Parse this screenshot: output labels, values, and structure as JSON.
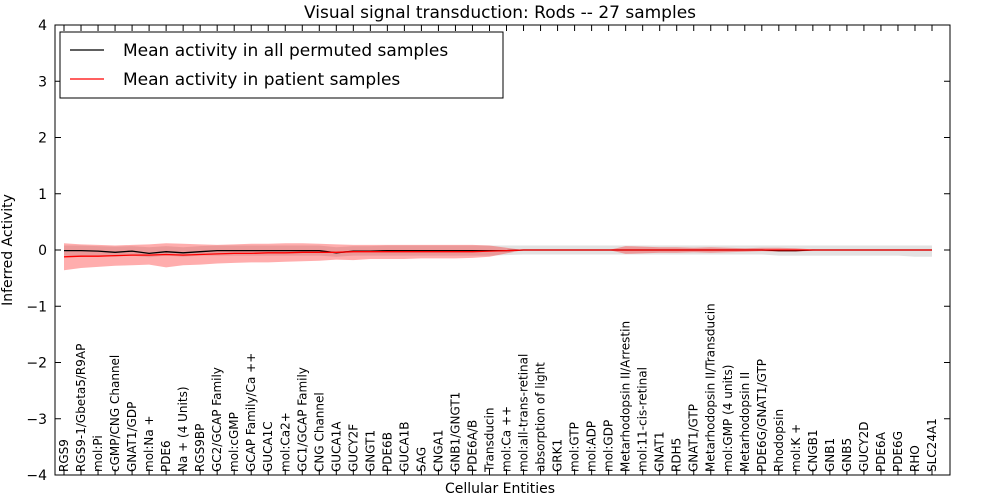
{
  "chart_data": {
    "type": "line",
    "title": "Visual signal transduction: Rods -- 27 samples",
    "xlabel": "Cellular Entities",
    "ylabel": "Inferred Activity",
    "ylim": [
      -4,
      4
    ],
    "yticks": [
      -4,
      -3,
      -2,
      -1,
      0,
      1,
      2,
      3,
      4
    ],
    "grid": false,
    "legend_position": "top-left",
    "categories": [
      "RGS9",
      "RGS9-1/Gbeta5/R9AP",
      "mol:Pi",
      "cGMP/CNG Channel",
      "GNAT1/GDP",
      "mol:Na +",
      "PDE6",
      "Na + (4 Units)",
      "RGS9BP",
      "GC2/GCAP Family",
      "mol:cGMP",
      "GCAP Family/Ca ++",
      "GUCA1C",
      "mol:Ca2+",
      "GC1/GCAP Family",
      "CNG Channel",
      "GUCA1A",
      "GUCY2F",
      "GNGT1",
      "PDE6B",
      "GUCA1B",
      "SAG",
      "CNGA1",
      "GNB1/GNGT1",
      "PDE6A/B",
      "Transducin",
      "mol:Ca ++",
      "mol:all-trans-retinal",
      "absorption of light",
      "GRK1",
      "mol:GTP",
      "mol:ADP",
      "mol:GDP",
      "Metarhodopsin II/Arrestin",
      "mol:11-cis-retinal",
      "GNAT1",
      "RDH5",
      "GNAT1/GTP",
      "Metarhodopsin II/Transducin",
      "mol:GMP (4 units)",
      "Metarhodopsin II",
      "PDE6G/GNAT1/GTP",
      "Rhodopsin",
      "mol:K +",
      "CNGB1",
      "GNB1",
      "GNB5",
      "GUCY2D",
      "PDE6A",
      "PDE6G",
      "RHO",
      "SLC24A1"
    ],
    "series": [
      {
        "name": "Mean activity in all permuted samples",
        "color": "#000000",
        "values": [
          -0.01,
          -0.01,
          -0.02,
          -0.04,
          -0.02,
          -0.06,
          -0.03,
          -0.05,
          -0.03,
          -0.01,
          -0.01,
          -0.01,
          -0.01,
          -0.01,
          -0.01,
          -0.01,
          -0.05,
          -0.02,
          -0.02,
          -0.01,
          -0.01,
          -0.01,
          -0.01,
          -0.01,
          -0.01,
          -0.01,
          -0.01,
          0.0,
          0.0,
          0.0,
          0.0,
          0.0,
          0.0,
          0.0,
          0.0,
          0.0,
          0.0,
          0.0,
          0.0,
          0.0,
          0.0,
          0.0,
          -0.01,
          -0.01,
          0.0,
          0.0,
          0.0,
          0.0,
          0.0,
          0.0,
          0.0,
          0.0
        ],
        "band_lower": [
          -0.1,
          -0.12,
          -0.1,
          -0.12,
          -0.1,
          -0.13,
          -0.1,
          -0.12,
          -0.1,
          -0.1,
          -0.1,
          -0.1,
          -0.1,
          -0.1,
          -0.1,
          -0.1,
          -0.12,
          -0.1,
          -0.1,
          -0.1,
          -0.1,
          -0.1,
          -0.1,
          -0.1,
          -0.1,
          -0.1,
          -0.09,
          -0.08,
          -0.08,
          -0.08,
          -0.08,
          -0.08,
          -0.08,
          -0.08,
          -0.08,
          -0.08,
          -0.08,
          -0.08,
          -0.08,
          -0.08,
          -0.08,
          -0.08,
          -0.1,
          -0.1,
          -0.1,
          -0.1,
          -0.1,
          -0.1,
          -0.1,
          -0.1,
          -0.12,
          -0.12
        ],
        "band_upper": [
          0.08,
          0.08,
          0.07,
          0.06,
          0.07,
          0.05,
          0.07,
          0.05,
          0.07,
          0.08,
          0.08,
          0.08,
          0.08,
          0.08,
          0.08,
          0.08,
          0.05,
          0.07,
          0.07,
          0.08,
          0.08,
          0.08,
          0.08,
          0.08,
          0.08,
          0.08,
          0.08,
          0.08,
          0.08,
          0.08,
          0.08,
          0.08,
          0.08,
          0.08,
          0.08,
          0.08,
          0.08,
          0.08,
          0.08,
          0.08,
          0.08,
          0.08,
          0.08,
          0.08,
          0.08,
          0.08,
          0.08,
          0.08,
          0.08,
          0.08,
          0.08,
          0.08
        ]
      },
      {
        "name": "Mean activity in patient samples",
        "color": "#ff0000",
        "values": [
          -0.12,
          -0.11,
          -0.11,
          -0.1,
          -0.09,
          -0.09,
          -0.08,
          -0.09,
          -0.08,
          -0.07,
          -0.06,
          -0.06,
          -0.05,
          -0.05,
          -0.04,
          -0.04,
          -0.04,
          -0.03,
          -0.03,
          -0.03,
          -0.03,
          -0.03,
          -0.03,
          -0.03,
          -0.03,
          -0.02,
          -0.01,
          0.0,
          0.0,
          0.0,
          0.0,
          0.0,
          0.0,
          0.0,
          0.0,
          0.0,
          0.0,
          0.0,
          0.0,
          0.0,
          0.0,
          0.0,
          0.0,
          0.0,
          0.0,
          0.0,
          0.0,
          0.0,
          0.0,
          0.0,
          0.0,
          0.0
        ],
        "band_lower": [
          -0.36,
          -0.32,
          -0.3,
          -0.28,
          -0.27,
          -0.26,
          -0.31,
          -0.27,
          -0.26,
          -0.24,
          -0.23,
          -0.22,
          -0.22,
          -0.21,
          -0.2,
          -0.19,
          -0.17,
          -0.18,
          -0.16,
          -0.16,
          -0.16,
          -0.15,
          -0.15,
          -0.15,
          -0.14,
          -0.12,
          -0.06,
          0.0,
          0.0,
          0.0,
          0.0,
          0.0,
          0.0,
          -0.07,
          -0.06,
          -0.05,
          -0.05,
          -0.04,
          -0.05,
          -0.04,
          -0.03,
          -0.02,
          -0.03,
          -0.03,
          -0.01,
          0.0,
          0.0,
          0.0,
          0.0,
          0.0,
          0.0,
          0.0
        ],
        "band_upper": [
          0.12,
          0.1,
          0.09,
          0.08,
          0.09,
          0.1,
          0.12,
          0.11,
          0.1,
          0.09,
          0.1,
          0.11,
          0.11,
          0.12,
          0.12,
          0.11,
          0.1,
          0.09,
          0.09,
          0.09,
          0.09,
          0.09,
          0.09,
          0.09,
          0.09,
          0.08,
          0.04,
          0.0,
          0.0,
          0.0,
          0.0,
          0.0,
          0.0,
          0.07,
          0.06,
          0.05,
          0.05,
          0.04,
          0.05,
          0.04,
          0.03,
          0.04,
          0.04,
          0.03,
          0.01,
          0.0,
          0.0,
          0.0,
          0.0,
          0.0,
          0.0,
          0.0
        ]
      }
    ]
  }
}
